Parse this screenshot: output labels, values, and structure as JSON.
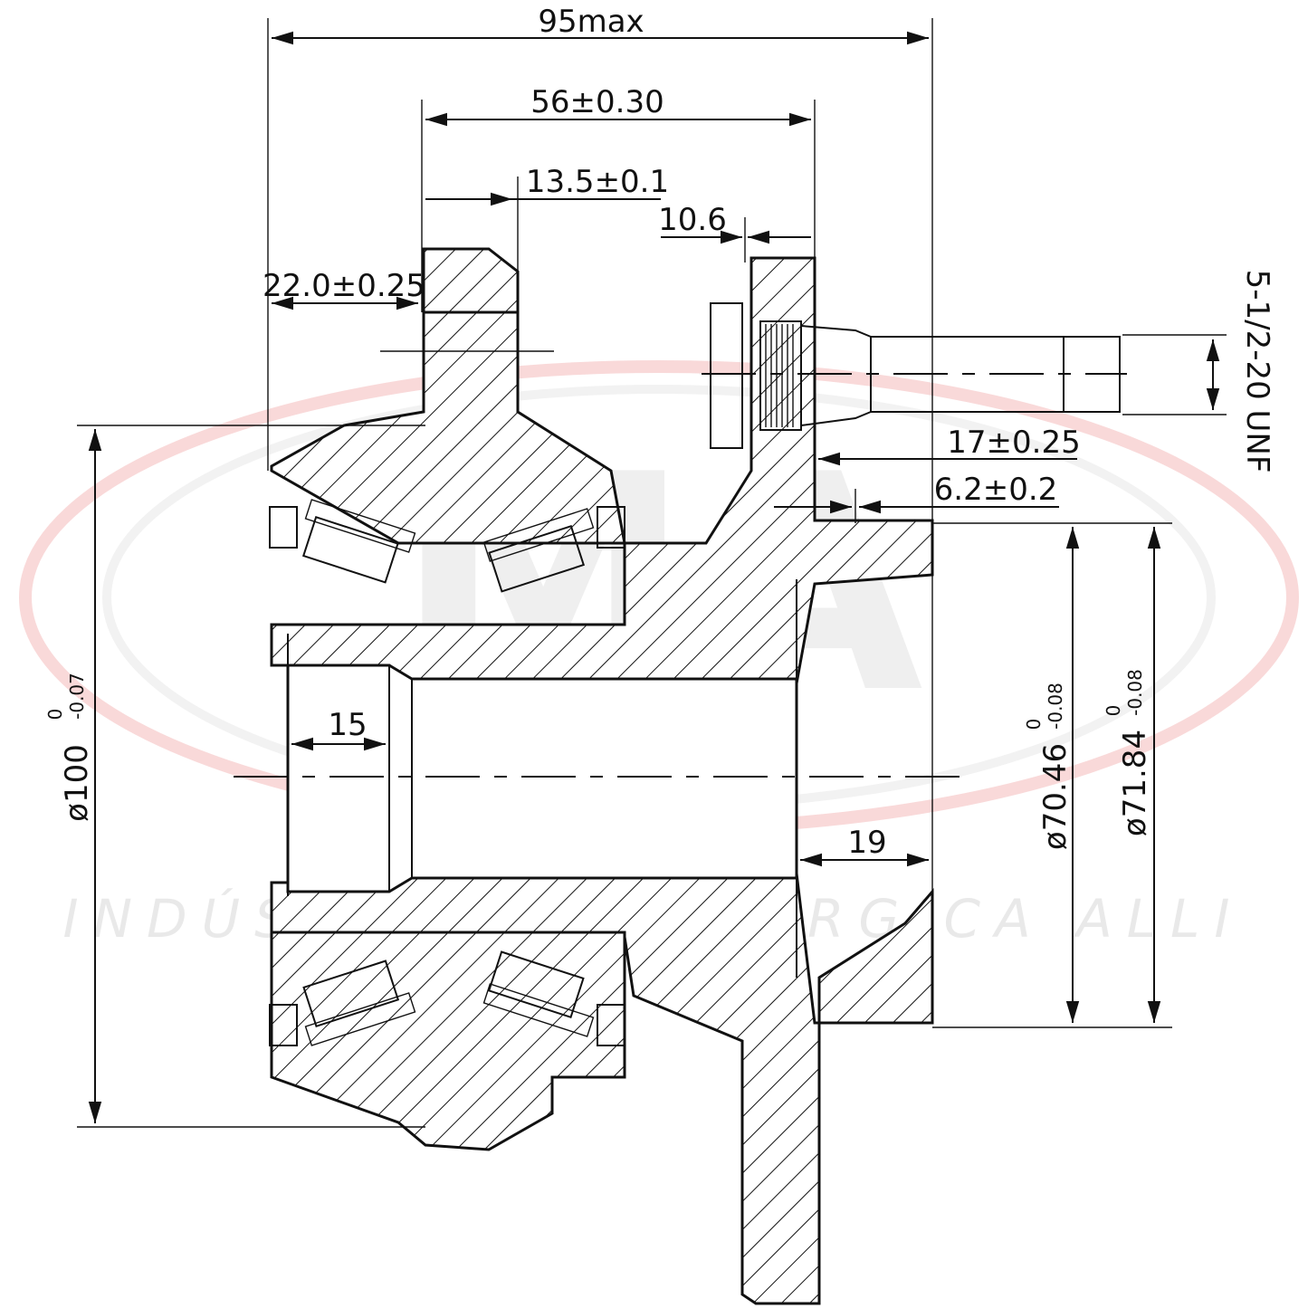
{
  "watermark": {
    "logo_text": "MA",
    "company_text": "INDÚSTRIA METALÚRGICA ALLI",
    "ellipse_color": "#f6c9c9"
  },
  "dimensions": {
    "overall_width": "95max",
    "bearing_span": "56±0.30",
    "flange_offset": "13.5±0.1",
    "stud_shoulder": "10.6",
    "hub_offset": "22.0±0.25",
    "stud_thread": "5-1/2-20 UNF",
    "flange_depth": "17±0.25",
    "pilot_depth": "6.2±0.2",
    "pilot_dia": "ø70.46",
    "pilot_dia_upper": "0",
    "pilot_dia_lower": "-0.08",
    "outer_pilot_dia": "ø71.84",
    "outer_pilot_upper": "0",
    "outer_pilot_lower": "-0.08",
    "outer_dia": "ø100",
    "outer_dia_upper": "0",
    "outer_dia_lower": "-0.07",
    "bore_step_left": "15",
    "bore_step_right": "19"
  },
  "colors": {
    "line": "#111111",
    "watermark_gray": "#e9e9e9"
  }
}
